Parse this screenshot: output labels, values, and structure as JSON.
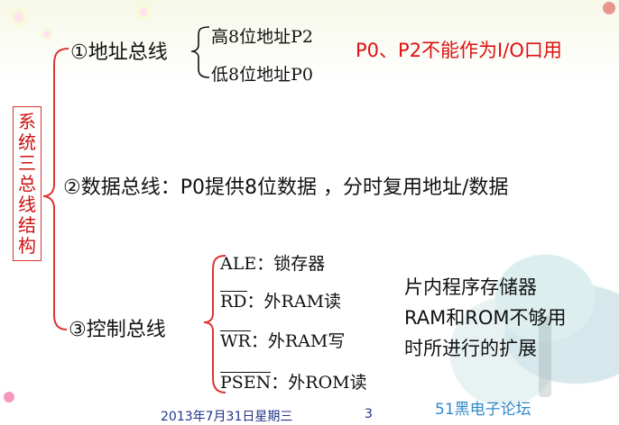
{
  "vertical_title": [
    "系",
    "统",
    "三",
    "总",
    "线",
    "结",
    "构"
  ],
  "address_bus": {
    "label": "①地址总线",
    "high": "高8位地址P2",
    "low": "低8位地址P0",
    "note": "P0、P2不能作为I/O口用"
  },
  "data_bus": {
    "label": "②数据总线：P0提供8位数据 ，分时复用地址/数据"
  },
  "control_bus": {
    "label": "③控制总线",
    "signals": [
      {
        "name": "ALE",
        "desc": "：锁存器",
        "overline": false
      },
      {
        "name": "RD",
        "desc": "：外RAM读",
        "overline": true
      },
      {
        "name": "WR",
        "desc": "：外RAM写",
        "overline": true
      },
      {
        "name": "PSEN",
        "desc": "：外ROM读",
        "overline": true
      }
    ],
    "note_lines": [
      "片内程序存储器",
      "RAM和ROM不够用",
      "时所进行的扩展"
    ]
  },
  "footer": {
    "date": "2013年7月31日星期三",
    "page": "3",
    "watermark": "51黑电子论坛"
  },
  "colors": {
    "accent_red": "#dd1111",
    "footer_blue": "#223388",
    "watermark_blue": "#2f88c8"
  }
}
